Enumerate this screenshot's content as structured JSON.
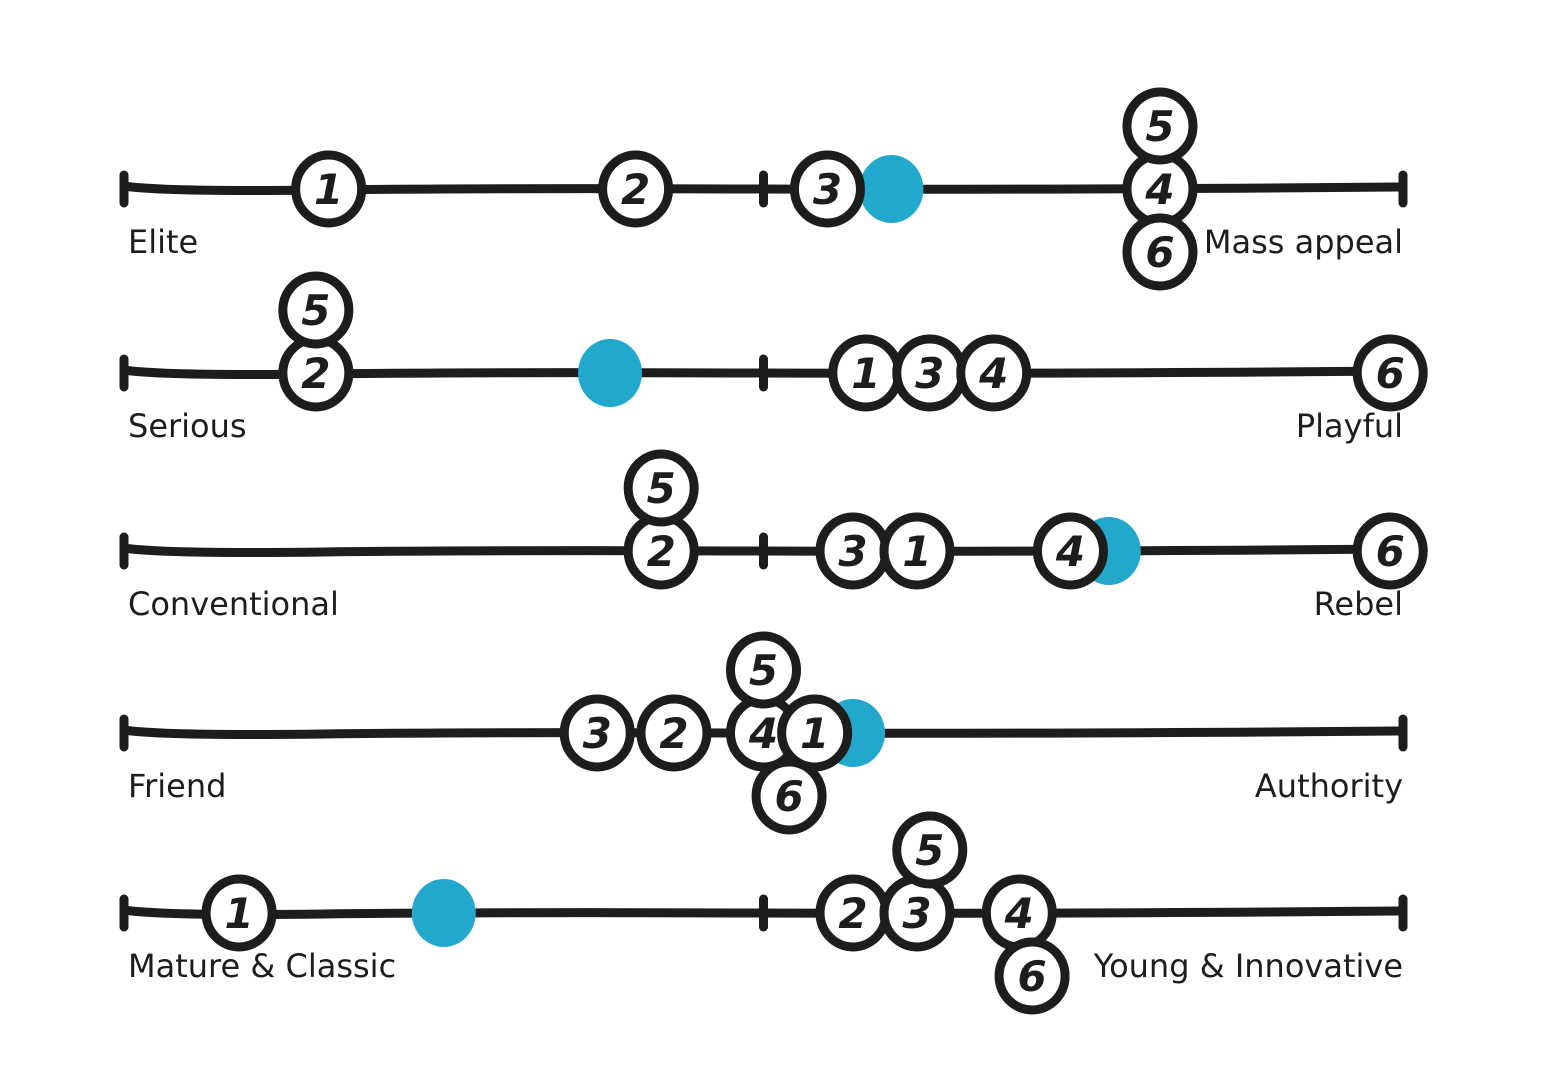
{
  "chart_data": {
    "type": "scatter",
    "title": "",
    "description": "Semantic differential brand positioning scales; numbered circles are items 1-6, blue dot is the target position",
    "scale_range": [
      0,
      100
    ],
    "midpoint": 50,
    "highlight_color": "#22a8cc",
    "line_color": "#1d1d1b",
    "scales": [
      {
        "left_label": "Elite",
        "right_label": "Mass appeal",
        "target": 60,
        "markers": [
          {
            "label": "1",
            "value": 16,
            "offset": 0
          },
          {
            "label": "2",
            "value": 40,
            "offset": 0
          },
          {
            "label": "3",
            "value": 55,
            "offset": 0
          },
          {
            "label": "4",
            "value": 81,
            "offset": 0
          },
          {
            "label": "5",
            "value": 81,
            "offset": 1
          },
          {
            "label": "6",
            "value": 81,
            "offset": -1
          }
        ]
      },
      {
        "left_label": "Serious",
        "right_label": "Playful",
        "target": 38,
        "markers": [
          {
            "label": "2",
            "value": 15,
            "offset": 0
          },
          {
            "label": "5",
            "value": 15,
            "offset": 1
          },
          {
            "label": "1",
            "value": 58,
            "offset": 0
          },
          {
            "label": "3",
            "value": 63,
            "offset": 0
          },
          {
            "label": "4",
            "value": 68,
            "offset": 0
          },
          {
            "label": "6",
            "value": 99,
            "offset": 0
          }
        ]
      },
      {
        "left_label": "Conventional",
        "right_label": "Rebel",
        "target": 77,
        "markers": [
          {
            "label": "2",
            "value": 42,
            "offset": 0
          },
          {
            "label": "5",
            "value": 42,
            "offset": 1
          },
          {
            "label": "3",
            "value": 57,
            "offset": 0
          },
          {
            "label": "1",
            "value": 62,
            "offset": 0
          },
          {
            "label": "4",
            "value": 74,
            "offset": 0
          },
          {
            "label": "6",
            "value": 99,
            "offset": 0
          }
        ]
      },
      {
        "left_label": "Friend",
        "right_label": "Authority",
        "target": 57,
        "markers": [
          {
            "label": "3",
            "value": 37,
            "offset": 0
          },
          {
            "label": "2",
            "value": 43,
            "offset": 0
          },
          {
            "label": "4",
            "value": 50,
            "offset": 0
          },
          {
            "label": "5",
            "value": 50,
            "offset": 1
          },
          {
            "label": "1",
            "value": 54,
            "offset": 0
          },
          {
            "label": "6",
            "value": 52,
            "offset": -1
          }
        ]
      },
      {
        "left_label": "Mature & Classic",
        "right_label": "Young & Innovative",
        "target": 25,
        "markers": [
          {
            "label": "1",
            "value": 9,
            "offset": 0
          },
          {
            "label": "2",
            "value": 57,
            "offset": 0
          },
          {
            "label": "3",
            "value": 62,
            "offset": 0
          },
          {
            "label": "5",
            "value": 63,
            "offset": 1
          },
          {
            "label": "4",
            "value": 70,
            "offset": 0
          },
          {
            "label": "6",
            "value": 71,
            "offset": -1
          }
        ]
      }
    ]
  }
}
